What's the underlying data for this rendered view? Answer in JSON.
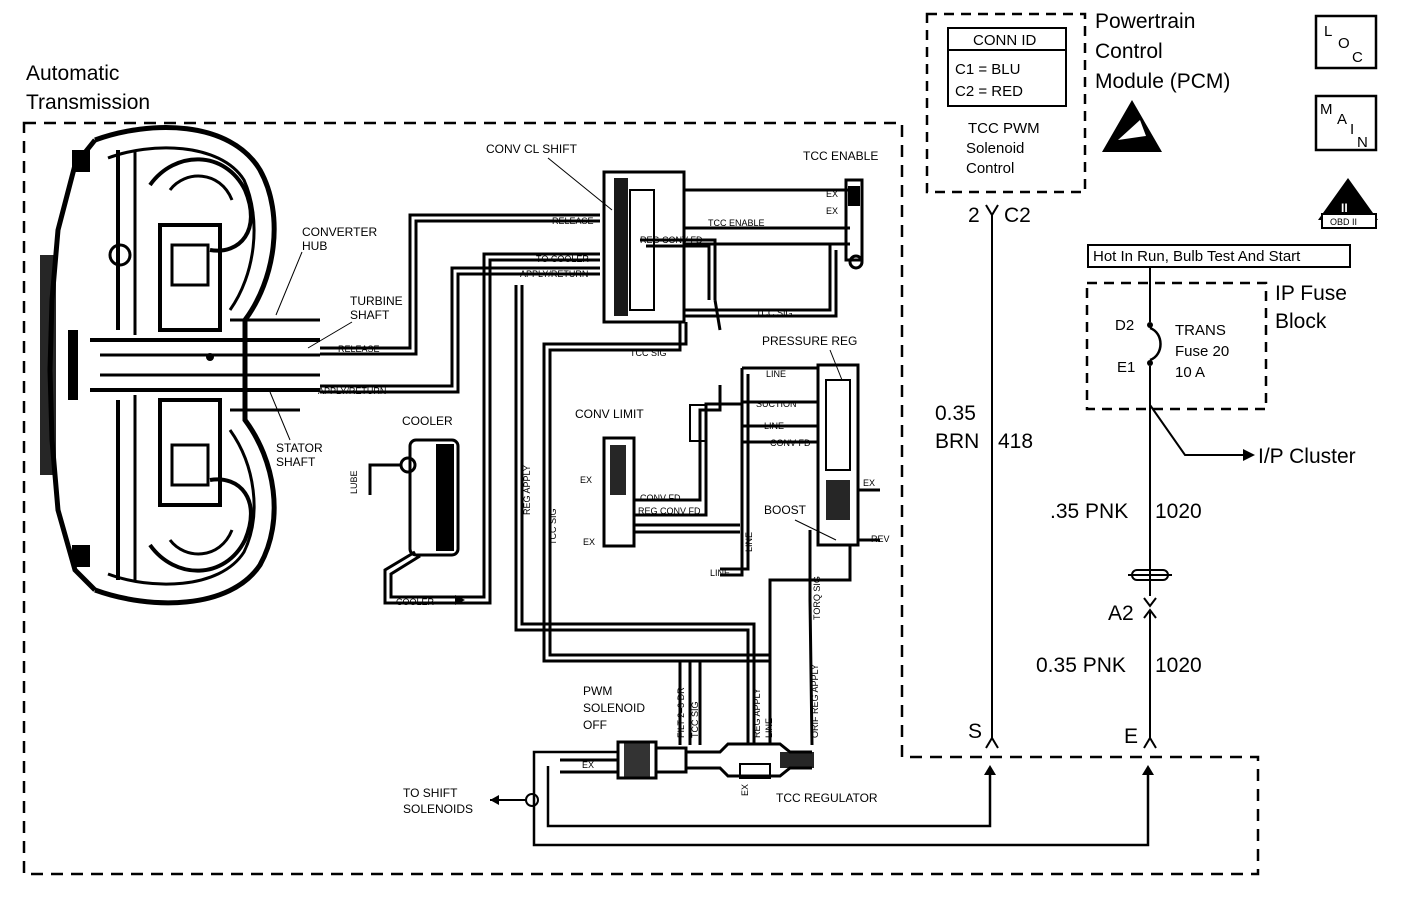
{
  "pcm": {
    "title_lines": [
      "Powertrain",
      "Control",
      "Module (PCM)"
    ],
    "conn_id": {
      "header": "CONN ID",
      "rows": [
        "C1 = BLU",
        "C2 = RED"
      ]
    },
    "function_lines": [
      "TCC PWM",
      "Solenoid",
      "Control"
    ],
    "pin_num": "2",
    "pin_conn": "C2"
  },
  "badges": {
    "loc": [
      "L",
      "O",
      "C"
    ],
    "main": [
      "M",
      "A",
      "I",
      "N"
    ],
    "obd": "OBD II",
    "obd_mark": "II"
  },
  "power": {
    "hot_label": "Hot In Run, Bulb Test And Start",
    "fuse_block_lines": [
      "IP Fuse",
      "Block"
    ],
    "d_pin": "D2",
    "e_pin": "E1",
    "fuse_lines": [
      "TRANS",
      "Fuse 20",
      "10 A"
    ],
    "ip_cluster": "I/P Cluster"
  },
  "wires": {
    "w418_gauge_lines": [
      "0.35",
      "BRN"
    ],
    "w418_circuit": "418",
    "w1020_upper_gauge": ".35 PNK",
    "w1020_upper_circuit": "1020",
    "connector_a2": "A2",
    "w1020_lower_gauge": "0.35 PNK",
    "w1020_lower_circuit": "1020",
    "term_s": "S",
    "term_e": "E"
  },
  "transmission": {
    "title_lines": [
      "Automatic",
      "Transmission"
    ],
    "labels": {
      "converter_hub": [
        "CONVERTER",
        "HUB"
      ],
      "turbine_shaft": [
        "TURBINE",
        "SHAFT"
      ],
      "stator_shaft": [
        "STATOR",
        "SHAFT"
      ],
      "release": "RELEASE",
      "apply_return": "APPLY/RETURN",
      "cooler": "COOLER",
      "lube": "LUBE",
      "cooler_line": "COOLER",
      "conv_cl_shift": "CONV CL SHIFT",
      "tcc_enable": "TCC ENABLE",
      "ex": "EX",
      "release_port": "RELEASE",
      "tcc_enable_port": "TCC ENABLE",
      "to_cooler": "TO COOLER",
      "apply_return_port": "APPLY/RETURN",
      "reg_conv_fd": "REG CONV FD",
      "tcc_sig": "TCC SIG",
      "pressure_reg": "PRESSURE REG",
      "line": "LINE",
      "suction": "SUCTION",
      "conv_fd": "CONV FD",
      "conv_limit": "CONV LIMIT",
      "boost": "BOOST",
      "rev": "REV",
      "reg_apply": "REG APPLY",
      "torq_sig": "TORQ SIG",
      "orif_reg_apply": "ORIF REG APPLY",
      "filt_3_dr": "FILT 2–3 DR",
      "pwm_solenoid_off": [
        "PWM",
        "SOLENOID",
        "OFF"
      ],
      "tcc_regulator": "TCC REGULATOR",
      "to_shift_solenoids": [
        "TO SHIFT",
        "SOLENOIDS"
      ]
    }
  }
}
